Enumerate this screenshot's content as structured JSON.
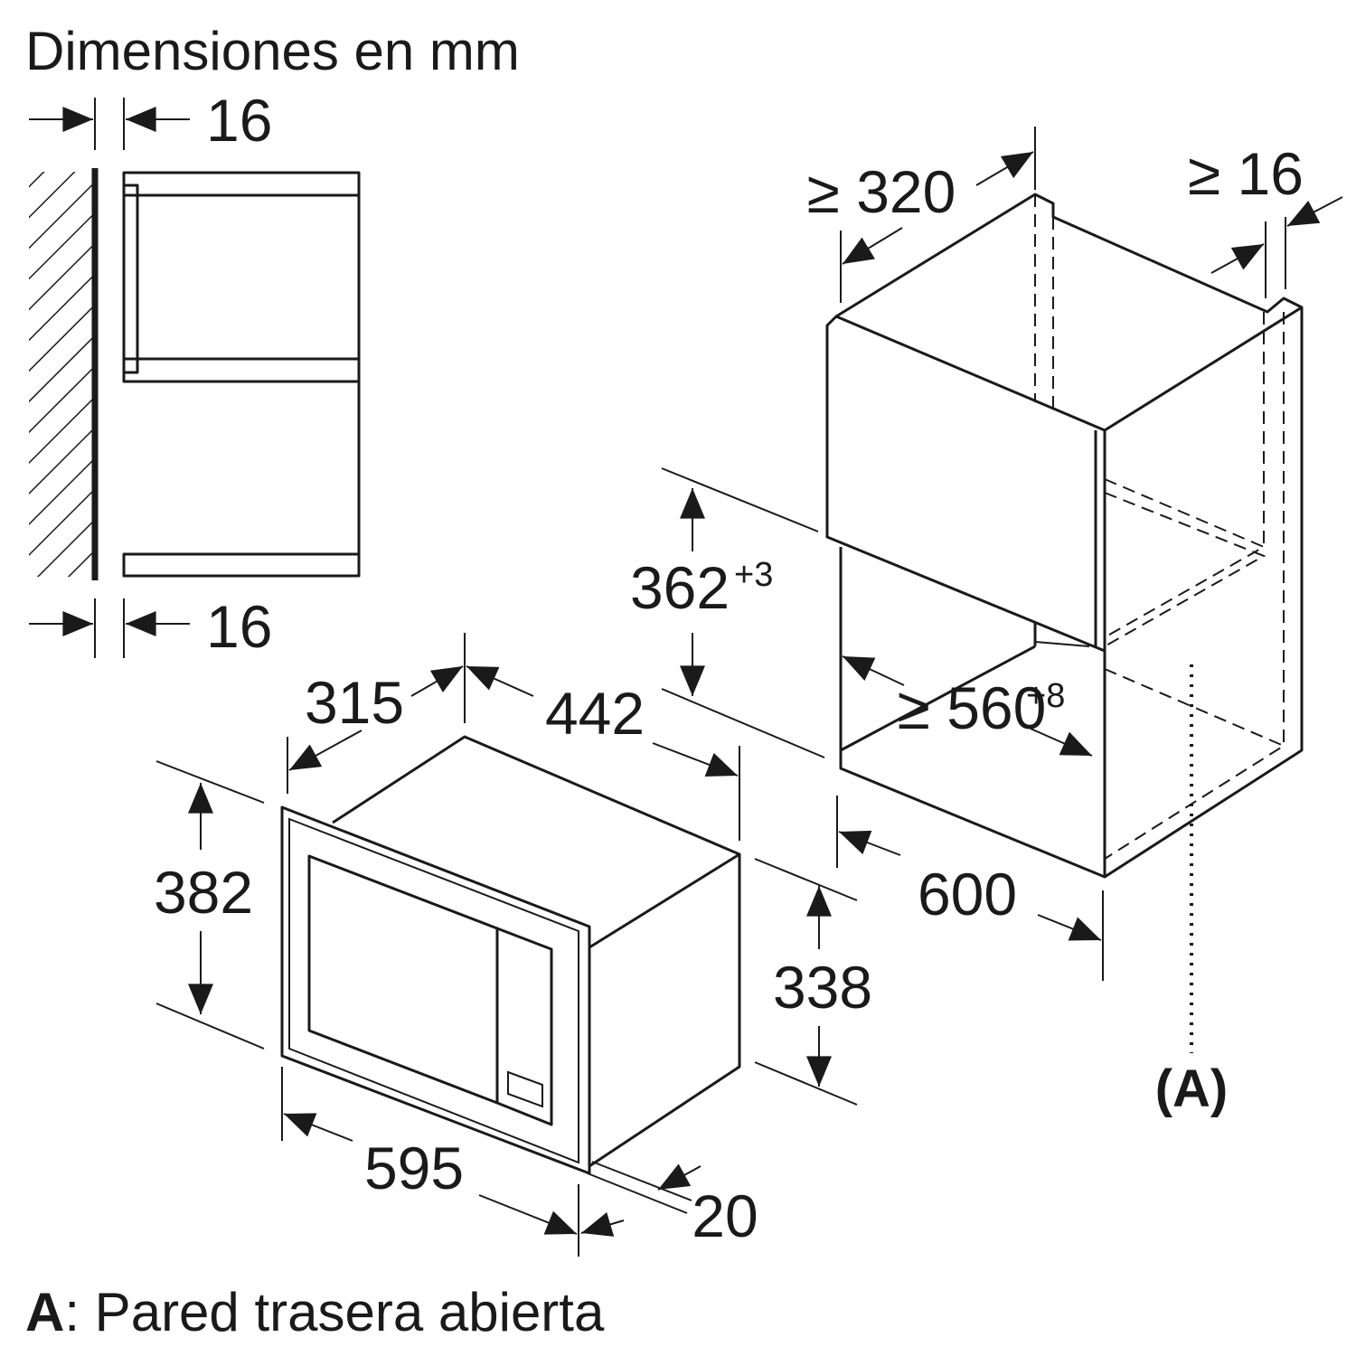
{
  "title": "Dimensiones en mm",
  "footnote": {
    "key": "A",
    "text": ": Pared trasera abierta"
  },
  "callout": "(A)",
  "side_view": {
    "gap_top": "16",
    "gap_bottom": "16"
  },
  "appliance": {
    "depth": "315",
    "depth_body": "442",
    "height_front": "382",
    "height_body": "338",
    "width_front": "595",
    "front_thickness": "20"
  },
  "niche": {
    "min_depth": "≥ 320",
    "min_side_gap": "≥ 16",
    "height": "362",
    "height_tol": "+3",
    "min_width": "≥ 560",
    "width_tol": "+8",
    "cabinet_width": "600"
  }
}
